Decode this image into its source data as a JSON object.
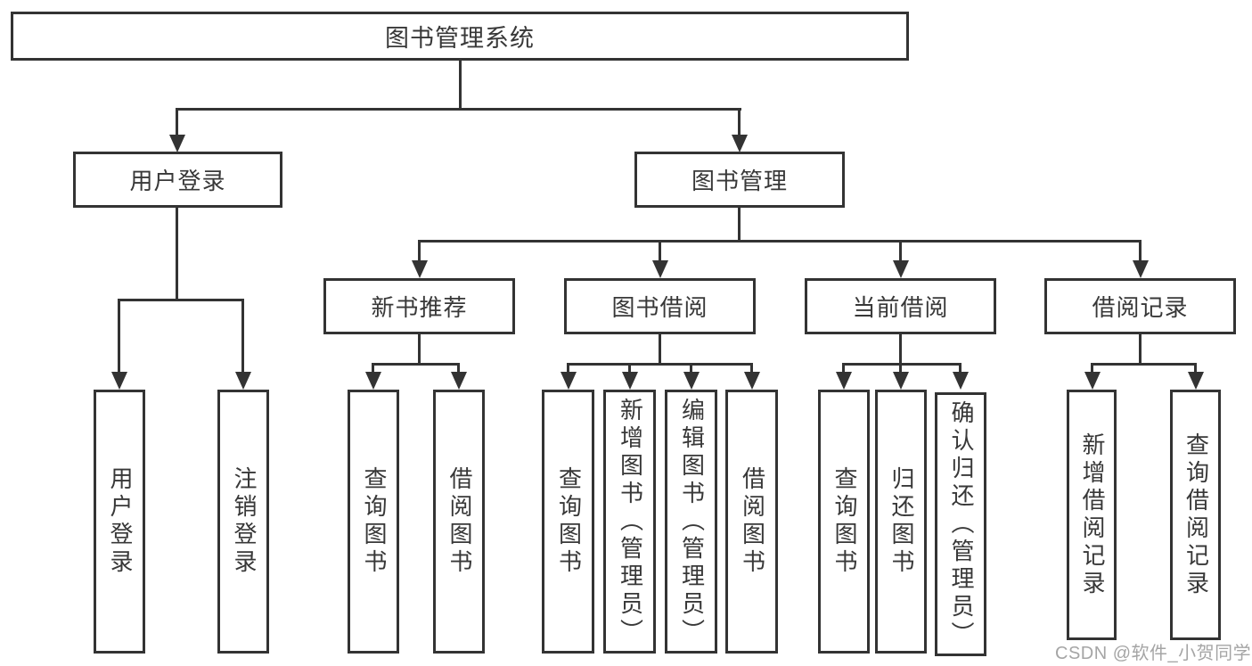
{
  "colors": {
    "line": "#333333",
    "text": "#383838",
    "watermark": "#a5a5a5",
    "canvas": "#ffffff"
  },
  "root": {
    "label": "图书管理系统"
  },
  "level2": {
    "user_login": {
      "label": "用户登录",
      "leaves": [
        "用户登录",
        "注销登录"
      ]
    },
    "book_management": {
      "label": "图书管理"
    }
  },
  "level3": {
    "new_book_recommend": {
      "label": "新书推荐",
      "leaves": [
        "查询图书",
        "借阅图书"
      ]
    },
    "book_borrow": {
      "label": "图书借阅",
      "leaves": [
        "查询图书",
        "新增图书（管理员）",
        "编辑图书（管理员）",
        "借阅图书"
      ]
    },
    "current_borrow": {
      "label": "当前借阅",
      "leaves": [
        "查询图书",
        "归还图书",
        "确认归还（管理员）"
      ]
    },
    "borrow_records": {
      "label": "借阅记录",
      "leaves": [
        "新增借阅记录",
        "查询借阅记录"
      ]
    }
  },
  "watermark": {
    "text": "CSDN @软件_小贺同学"
  }
}
